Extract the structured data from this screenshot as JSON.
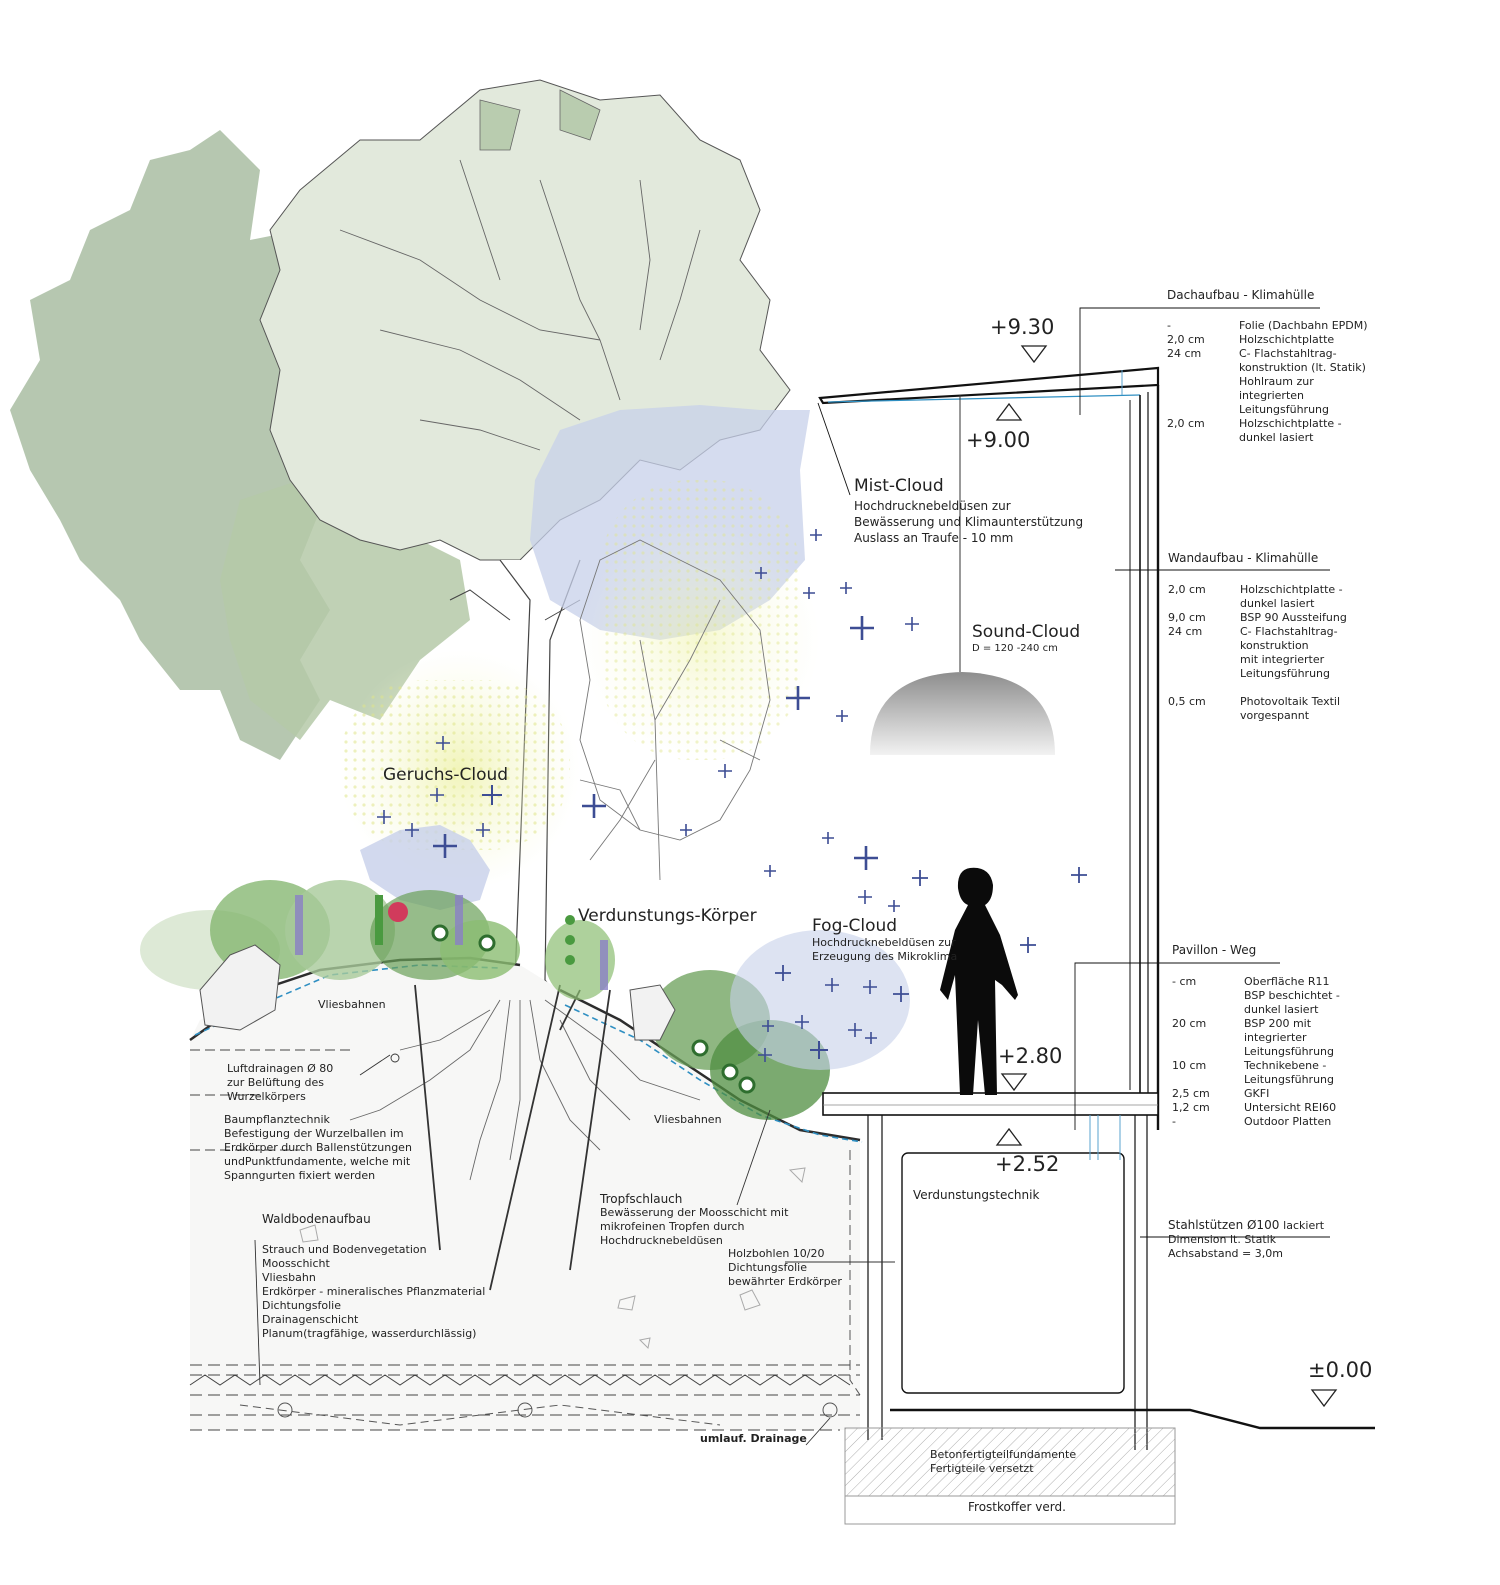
{
  "levels": {
    "roof_top": "+9.30",
    "roof_eave": "+9.00",
    "floor_top": "+2.80",
    "floor_bottom": "+2.52",
    "ground": "±0.00"
  },
  "clouds": {
    "mist": {
      "title": "Mist-Cloud",
      "lines": [
        "Hochdrucknebeldüsen zur",
        "Bewässerung und Klimaunterstützung",
        "Auslass an Traufe - 10 mm"
      ]
    },
    "sound": {
      "title": "Sound-Cloud",
      "sub": "D = 120 -240 cm"
    },
    "smell": {
      "title": "Geruchs-Cloud"
    },
    "evap": {
      "title": "Verdunstungs-Körper"
    },
    "fog": {
      "title": "Fog-Cloud",
      "lines": [
        "Hochdrucknebeldüsen zur",
        "Erzeugung des Mikroklima"
      ]
    }
  },
  "annotations": {
    "fleece1": "Vliesbahnen",
    "fleece2": "Vliesbahnen",
    "air_drain": [
      "Luftdrainagen Ø 80",
      "zur Belüftung des",
      "Wurzelkörpers"
    ],
    "tree_planting": [
      "Baumpflanztechnik",
      "Befestigung der Wurzelballen im",
      "Erdkörper durch Ballenstützungen",
      "undPunktfundamente, welche mit",
      "Spanngurten fixiert werden"
    ],
    "forest_floor_title": "Waldbodenaufbau",
    "forest_floor": [
      "Strauch und Bodenvegetation",
      "Moosschicht",
      "Vliesbahn",
      "Erdkörper - mineralisches Pflanzmaterial",
      "Dichtungsfolie",
      "Drainagenschicht",
      "Planum(tragfähige, wasserdurchlässig)"
    ],
    "drip": [
      "Tropfschlauch",
      "Bewässerung der Moosschicht mit",
      "mikrofeinen Tropfen durch",
      "Hochdrucknebeldüsen"
    ],
    "timber": [
      "Holzbohlen 10/20",
      "Dichtungsfolie",
      "bewährter Erdkörper"
    ],
    "evap_tech": "Verdunstungstechnik",
    "steel_title": "Stahlstützen Ø100",
    "steel_title_suffix": "lackiert",
    "steel": [
      "Dimension lt. Statik",
      "Achsabstand = 3,0m"
    ],
    "drainage": "umlauf. Drainage",
    "foundation": [
      "Betonfertigteilfundamente",
      "Fertigteile versetzt"
    ],
    "frost": "Frostkoffer verd."
  },
  "roof_spec": {
    "title": "Dachaufbau - Klimahülle",
    "rows": [
      {
        "dim": "-",
        "desc": [
          "Folie (Dachbahn EPDM)"
        ]
      },
      {
        "dim": "2,0  cm",
        "desc": [
          "Holzschichtplatte"
        ]
      },
      {
        "dim": "24   cm",
        "desc": [
          "C- Flachstahltrag-",
          "konstruktion (lt. Statik)",
          "Hohlraum zur",
          "integrierten",
          "Leitungsführung"
        ]
      },
      {
        "dim": "2,0 cm",
        "desc": [
          "Holzschichtplatte -",
          "dunkel lasiert"
        ]
      }
    ]
  },
  "wall_spec": {
    "title": "Wandaufbau - Klimahülle",
    "rows": [
      {
        "dim": "2,0  cm",
        "desc": [
          "Holzschichtplatte -",
          "dunkel lasiert"
        ]
      },
      {
        "dim": "9,0  cm",
        "desc": [
          "BSP 90 Aussteifung"
        ]
      },
      {
        "dim": "24   cm",
        "desc": [
          "C- Flachstahltrag-",
          "konstruktion",
          "mit integrierter",
          "Leitungsführung"
        ]
      },
      {
        "dim": "0,5  cm",
        "desc": [
          "Photovoltaik Textil",
          "vorgespannt"
        ]
      }
    ]
  },
  "floor_spec": {
    "title": "Pavillon - Weg",
    "rows": [
      {
        "dim": "-   cm",
        "desc": [
          "Oberfläche R11",
          "BSP beschichtet -",
          "dunkel lasiert"
        ]
      },
      {
        "dim": "20 cm",
        "desc": [
          "BSP 200 mit",
          "integrierter",
          "Leitungsführung"
        ]
      },
      {
        "dim": "10 cm",
        "desc": [
          "Technikebene -",
          "Leitungsführung"
        ]
      },
      {
        "dim": "2,5 cm",
        "desc": [
          "GKFI"
        ]
      },
      {
        "dim": "1,2 cm",
        "desc": [
          "Untersicht REI60"
        ]
      },
      {
        "dim": "-",
        "desc": [
          "Outdoor Platten"
        ]
      }
    ]
  },
  "icons": {
    "tree": "tree-canopy-icon",
    "person": "person-silhouette-icon",
    "lamp": "sound-dome-icon",
    "level": "level-triangle-icon",
    "mist": "mist-plus-icon"
  },
  "colors": {
    "canopy_dark": "#a9bda2",
    "canopy_light": "#e2e9dc",
    "mist_blue": "#c7d0ea",
    "plus_blue": "#3d4d94",
    "plant_green": "#5a9a4a",
    "dots_yellow": "#e8eb9a"
  }
}
